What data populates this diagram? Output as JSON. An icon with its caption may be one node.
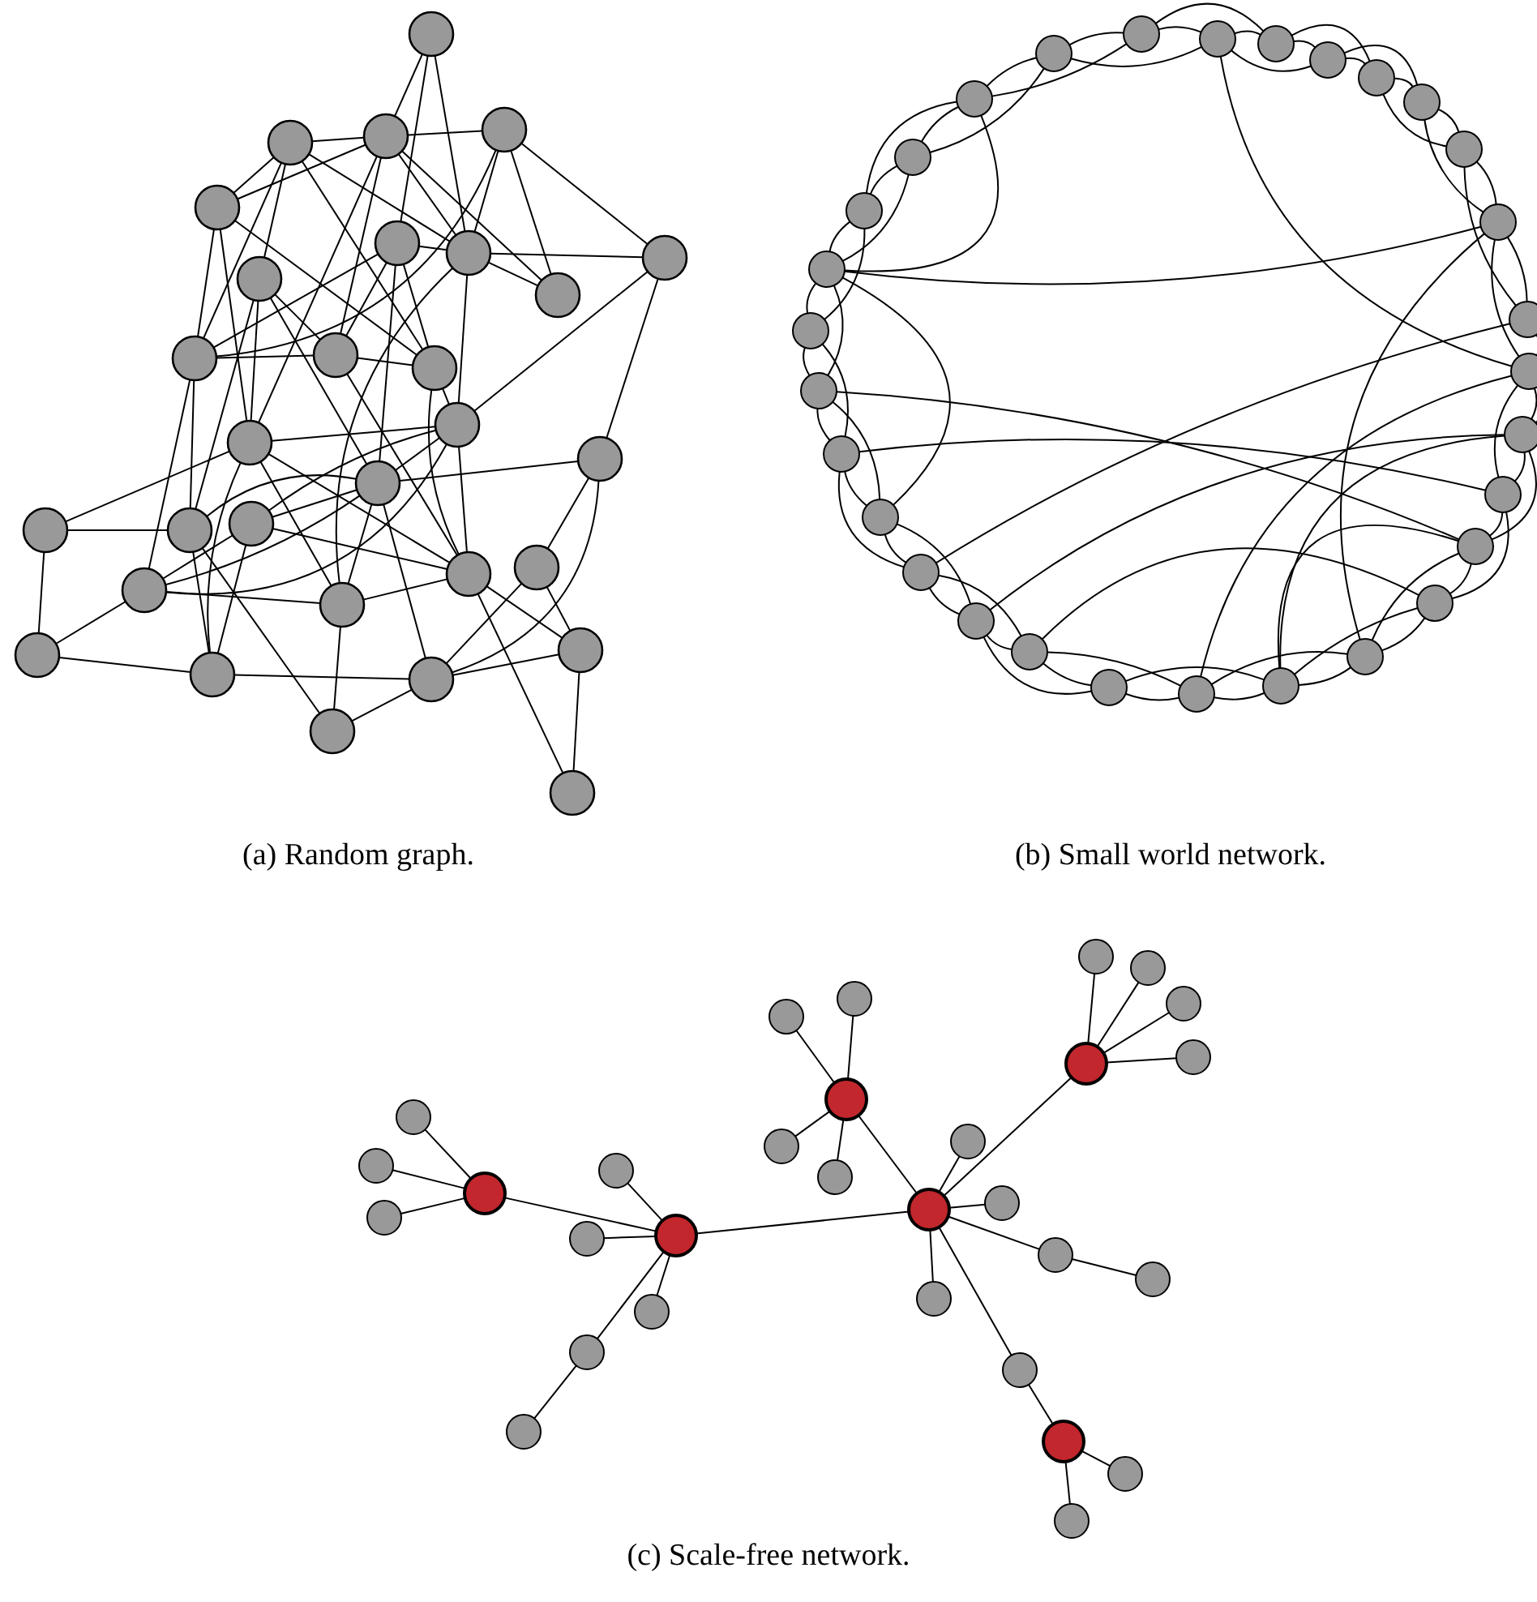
{
  "diagram": {
    "nodes": [
      {
        "text": [],
        "shape": "circle"
      },
      {
        "text": [],
        "shape": "circle"
      },
      {
        "text": [],
        "shape": "circle"
      },
      {
        "text": [],
        "shape": "circle"
      },
      {
        "text": [],
        "shape": "circle"
      },
      {
        "text": [],
        "shape": "circle"
      },
      {
        "text": [],
        "shape": "circle"
      },
      {
        "text": [],
        "shape": "circle"
      },
      {
        "text": [],
        "shape": "circle"
      },
      {
        "text": [],
        "shape": "circle"
      },
      {
        "text": [],
        "shape": "circle"
      },
      {
        "text": [],
        "shape": "circle"
      },
      {
        "text": [],
        "shape": "circle"
      },
      {
        "text": [],
        "shape": "circle"
      },
      {
        "text": [],
        "shape": "circle"
      },
      {
        "text": [],
        "shape": "circle"
      },
      {
        "text": [],
        "shape": "circle"
      },
      {
        "text": [],
        "shape": "circle"
      },
      {
        "text": [],
        "shape": "circle"
      },
      {
        "text": [],
        "shape": "circle"
      },
      {
        "text": [],
        "shape": "circle"
      },
      {
        "text": [],
        "shape": "circle"
      },
      {
        "text": [],
        "shape": "circle"
      },
      {
        "text": [],
        "shape": "circle"
      },
      {
        "text": [],
        "shape": "circle"
      },
      {
        "text": [],
        "shape": "circle"
      },
      {
        "text": [],
        "shape": "circle"
      },
      {
        "text": [],
        "shape": "circle"
      },
      {
        "text": [],
        "shape": "circle"
      },
      {
        "text": [],
        "shape": "circle"
      },
      {
        "text": [],
        "shape": "circle"
      },
      {
        "text": [],
        "shape": "circle"
      },
      {
        "text": [],
        "shape": "circle"
      },
      {
        "text": [],
        "shape": "circle"
      },
      {
        "text": [],
        "shape": "circle"
      },
      {
        "text": [],
        "shape": "circle"
      },
      {
        "text": [],
        "shape": "circle"
      },
      {
        "text": [],
        "shape": "circle"
      },
      {
        "text": [],
        "shape": "circle"
      },
      {
        "text": [],
        "shape": "circle"
      },
      {
        "text": [],
        "shape": "circle"
      },
      {
        "text": [],
        "shape": "circle"
      },
      {
        "text": [],
        "shape": "circle"
      },
      {
        "text": [],
        "shape": "circle"
      },
      {
        "text": [],
        "shape": "circle"
      },
      {
        "text": [],
        "shape": "circle"
      },
      {
        "text": [],
        "shape": "circle"
      },
      {
        "text": [],
        "shape": "circle"
      },
      {
        "text": [],
        "shape": "circle"
      },
      {
        "text": [],
        "shape": "circle"
      },
      {
        "text": [],
        "shape": "circle"
      },
      {
        "text": [],
        "shape": "circle"
      },
      {
        "text": [],
        "shape": "circle"
      },
      {
        "text": [],
        "shape": "circle"
      },
      {
        "text": [],
        "shape": "circle"
      },
      {
        "text": [],
        "shape": "circle"
      },
      {
        "text": [],
        "shape": "circle"
      },
      {
        "text": [],
        "shape": "circle"
      },
      {
        "text": [],
        "shape": "circle"
      },
      {
        "text": [],
        "shape": "circle"
      },
      {
        "text": [],
        "shape": "circle"
      },
      {
        "text": [],
        "shape": "circle"
      },
      {
        "text": [],
        "shape": "circle"
      },
      {
        "text": [],
        "shape": "circle"
      },
      {
        "text": [],
        "shape": "circle"
      },
      {
        "text": [],
        "shape": "circle"
      },
      {
        "text": [],
        "shape": "circle"
      },
      {
        "text": [],
        "shape": "circle"
      },
      {
        "text": [],
        "shape": "circle"
      },
      {
        "text": [],
        "shape": "circle"
      },
      {
        "text": [],
        "shape": "circle"
      },
      {
        "text": [],
        "shape": "circle"
      },
      {
        "text": [],
        "shape": "circle"
      },
      {
        "text": [],
        "shape": "circle"
      },
      {
        "text": [],
        "shape": "circle"
      },
      {
        "text": [],
        "shape": "circle"
      },
      {
        "text": [],
        "shape": "circle"
      },
      {
        "text": [],
        "shape": "circle"
      },
      {
        "text": [],
        "shape": "circle"
      },
      {
        "text": [],
        "shape": "circle"
      },
      {
        "text": [],
        "shape": "circle"
      },
      {
        "text": [],
        "shape": "circle"
      },
      {
        "text": [],
        "shape": "circle"
      },
      {
        "text": [],
        "shape": "circle"
      },
      {
        "text": [],
        "shape": "circle"
      },
      {
        "text": [],
        "shape": "circle"
      },
      {
        "text": [],
        "shape": "circle"
      },
      {
        "text": [],
        "shape": "circle"
      },
      {
        "text": [],
        "shape": "circle"
      },
      {
        "text": [],
        "shape": "circle"
      }
    ],
    "edges": [
      {
        "from": 0,
        "to": 2,
        "arrow": "none"
      },
      {
        "from": 0,
        "to": 5,
        "arrow": "none"
      },
      {
        "from": 0,
        "to": 6,
        "arrow": "none"
      },
      {
        "from": 1,
        "to": 2,
        "arrow": "none"
      },
      {
        "from": 2,
        "to": 3,
        "arrow": "none"
      },
      {
        "from": 1,
        "to": 4,
        "arrow": "none"
      },
      {
        "from": 1,
        "to": 6,
        "arrow": "none"
      },
      {
        "from": 1,
        "to": 12,
        "arrow": "none"
      },
      {
        "from": 1,
        "to": 10,
        "arrow": "none"
      },
      {
        "from": 1,
        "to": 8,
        "arrow": "none"
      },
      {
        "from": 2,
        "to": 4,
        "arrow": "none"
      },
      {
        "from": 2,
        "to": 6,
        "arrow": "none"
      },
      {
        "from": 2,
        "to": 9,
        "arrow": "none"
      },
      {
        "from": 2,
        "to": 11,
        "arrow": "none"
      },
      {
        "from": 2,
        "to": 14,
        "arrow": "none"
      },
      {
        "from": 3,
        "to": 10,
        "arrow": "none"
      },
      {
        "from": 3,
        "to": 6,
        "arrow": "none"
      },
      {
        "from": 3,
        "to": 9,
        "arrow": "none"
      },
      {
        "from": 3,
        "to": 7,
        "arrow": "none"
      },
      {
        "from": 4,
        "to": 10,
        "arrow": "none"
      },
      {
        "from": 4,
        "to": 14,
        "arrow": "none"
      },
      {
        "from": 4,
        "to": 12,
        "arrow": "none"
      },
      {
        "from": 5,
        "to": 6,
        "arrow": "none"
      },
      {
        "from": 5,
        "to": 10,
        "arrow": "none"
      },
      {
        "from": 5,
        "to": 11,
        "arrow": "none"
      },
      {
        "from": 5,
        "to": 16,
        "arrow": "none"
      },
      {
        "from": 5,
        "to": 12,
        "arrow": "none"
      },
      {
        "from": 6,
        "to": 7,
        "arrow": "none"
      },
      {
        "from": 6,
        "to": 9,
        "arrow": "none"
      },
      {
        "from": 6,
        "to": 13,
        "arrow": "none"
      },
      {
        "from": 6,
        "to": 23,
        "arrow": "none"
      },
      {
        "from": 7,
        "to": 13,
        "arrow": "none"
      },
      {
        "from": 7,
        "to": 15,
        "arrow": "none"
      },
      {
        "from": 8,
        "to": 11,
        "arrow": "none"
      },
      {
        "from": 8,
        "to": 18,
        "arrow": "none"
      },
      {
        "from": 8,
        "to": 14,
        "arrow": "none"
      },
      {
        "from": 8,
        "to": 16,
        "arrow": "none"
      },
      {
        "from": 10,
        "to": 11,
        "arrow": "none"
      },
      {
        "from": 10,
        "to": 18,
        "arrow": "none"
      },
      {
        "from": 10,
        "to": 22,
        "arrow": "none"
      },
      {
        "from": 11,
        "to": 12,
        "arrow": "none"
      },
      {
        "from": 11,
        "to": 20,
        "arrow": "none"
      },
      {
        "from": 12,
        "to": 13,
        "arrow": "none"
      },
      {
        "from": 12,
        "to": 20,
        "arrow": "none"
      },
      {
        "from": 13,
        "to": 14,
        "arrow": "none"
      },
      {
        "from": 13,
        "to": 16,
        "arrow": "none"
      },
      {
        "from": 13,
        "to": 20,
        "arrow": "none"
      },
      {
        "from": 13,
        "to": 22,
        "arrow": "none"
      },
      {
        "from": 14,
        "to": 17,
        "arrow": "none"
      },
      {
        "from": 14,
        "to": 26,
        "arrow": "none"
      },
      {
        "from": 14,
        "to": 23,
        "arrow": "none"
      },
      {
        "from": 14,
        "to": 20,
        "arrow": "none"
      },
      {
        "from": 15,
        "to": 16,
        "arrow": "none"
      },
      {
        "from": 15,
        "to": 21,
        "arrow": "none"
      },
      {
        "from": 15,
        "to": 27,
        "arrow": "none"
      },
      {
        "from": 16,
        "to": 18,
        "arrow": "none"
      },
      {
        "from": 16,
        "to": 19,
        "arrow": "none"
      },
      {
        "from": 16,
        "to": 22,
        "arrow": "none"
      },
      {
        "from": 16,
        "to": 27,
        "arrow": "none"
      },
      {
        "from": 16,
        "to": 23,
        "arrow": "none"
      },
      {
        "from": 17,
        "to": 18,
        "arrow": "none"
      },
      {
        "from": 17,
        "to": 25,
        "arrow": "none"
      },
      {
        "from": 18,
        "to": 26,
        "arrow": "none"
      },
      {
        "from": 18,
        "to": 28,
        "arrow": "none"
      },
      {
        "from": 19,
        "to": 13,
        "arrow": "none"
      },
      {
        "from": 19,
        "to": 20,
        "arrow": "none"
      },
      {
        "from": 19,
        "to": 26,
        "arrow": "none"
      },
      {
        "from": 19,
        "to": 22,
        "arrow": "none"
      },
      {
        "from": 20,
        "to": 23,
        "arrow": "none"
      },
      {
        "from": 20,
        "to": 24,
        "arrow": "none"
      },
      {
        "from": 20,
        "to": 29,
        "arrow": "none"
      },
      {
        "from": 21,
        "to": 24,
        "arrow": "none"
      },
      {
        "from": 21,
        "to": 27,
        "arrow": "none"
      },
      {
        "from": 22,
        "to": 25,
        "arrow": "none"
      },
      {
        "from": 22,
        "to": 23,
        "arrow": "none"
      },
      {
        "from": 23,
        "to": 28,
        "arrow": "none"
      },
      {
        "from": 24,
        "to": 27,
        "arrow": "none"
      },
      {
        "from": 24,
        "to": 29,
        "arrow": "none"
      },
      {
        "from": 25,
        "to": 26,
        "arrow": "none"
      },
      {
        "from": 26,
        "to": 27,
        "arrow": "none"
      },
      {
        "from": 27,
        "to": 28,
        "arrow": "none"
      },
      {
        "from": 30,
        "to": 31,
        "arrow": "none"
      },
      {
        "from": 31,
        "to": 32,
        "arrow": "none"
      },
      {
        "from": 32,
        "to": 33,
        "arrow": "none"
      },
      {
        "from": 33,
        "to": 34,
        "arrow": "none"
      },
      {
        "from": 34,
        "to": 35,
        "arrow": "none"
      },
      {
        "from": 35,
        "to": 36,
        "arrow": "none"
      },
      {
        "from": 36,
        "to": 37,
        "arrow": "none"
      },
      {
        "from": 37,
        "to": 38,
        "arrow": "none"
      },
      {
        "from": 38,
        "to": 39,
        "arrow": "none"
      },
      {
        "from": 39,
        "to": 40,
        "arrow": "none"
      },
      {
        "from": 40,
        "to": 41,
        "arrow": "none"
      },
      {
        "from": 41,
        "to": 42,
        "arrow": "none"
      },
      {
        "from": 42,
        "to": 43,
        "arrow": "none"
      },
      {
        "from": 43,
        "to": 44,
        "arrow": "none"
      },
      {
        "from": 44,
        "to": 45,
        "arrow": "none"
      },
      {
        "from": 45,
        "to": 46,
        "arrow": "none"
      },
      {
        "from": 46,
        "to": 47,
        "arrow": "none"
      },
      {
        "from": 47,
        "to": 48,
        "arrow": "none"
      },
      {
        "from": 48,
        "to": 49,
        "arrow": "none"
      },
      {
        "from": 49,
        "to": 50,
        "arrow": "none"
      },
      {
        "from": 50,
        "to": 51,
        "arrow": "none"
      },
      {
        "from": 51,
        "to": 52,
        "arrow": "none"
      },
      {
        "from": 52,
        "to": 53,
        "arrow": "none"
      },
      {
        "from": 53,
        "to": 54,
        "arrow": "none"
      },
      {
        "from": 54,
        "to": 55,
        "arrow": "none"
      },
      {
        "from": 55,
        "to": 56,
        "arrow": "none"
      },
      {
        "from": 56,
        "to": 57,
        "arrow": "none"
      },
      {
        "from": 57,
        "to": 58,
        "arrow": "none"
      },
      {
        "from": 58,
        "to": 59,
        "arrow": "none"
      },
      {
        "from": 59,
        "to": 30,
        "arrow": "none"
      },
      {
        "from": 30,
        "to": 32,
        "arrow": "none"
      },
      {
        "from": 31,
        "to": 33,
        "arrow": "none"
      },
      {
        "from": 32,
        "to": 34,
        "arrow": "none"
      },
      {
        "from": 33,
        "to": 35,
        "arrow": "none"
      },
      {
        "from": 34,
        "to": 36,
        "arrow": "none"
      },
      {
        "from": 35,
        "to": 37,
        "arrow": "none"
      },
      {
        "from": 36,
        "to": 38,
        "arrow": "none"
      },
      {
        "from": 37,
        "to": 39,
        "arrow": "none"
      },
      {
        "from": 38,
        "to": 40,
        "arrow": "none"
      },
      {
        "from": 39,
        "to": 41,
        "arrow": "none"
      },
      {
        "from": 40,
        "to": 42,
        "arrow": "none"
      },
      {
        "from": 41,
        "to": 43,
        "arrow": "none"
      },
      {
        "from": 42,
        "to": 44,
        "arrow": "none"
      },
      {
        "from": 43,
        "to": 45,
        "arrow": "none"
      },
      {
        "from": 44,
        "to": 46,
        "arrow": "none"
      },
      {
        "from": 45,
        "to": 47,
        "arrow": "none"
      },
      {
        "from": 46,
        "to": 48,
        "arrow": "none"
      },
      {
        "from": 47,
        "to": 49,
        "arrow": "none"
      },
      {
        "from": 48,
        "to": 50,
        "arrow": "none"
      },
      {
        "from": 49,
        "to": 51,
        "arrow": "none"
      },
      {
        "from": 50,
        "to": 52,
        "arrow": "none"
      },
      {
        "from": 51,
        "to": 53,
        "arrow": "none"
      },
      {
        "from": 52,
        "to": 54,
        "arrow": "none"
      },
      {
        "from": 53,
        "to": 55,
        "arrow": "none"
      },
      {
        "from": 54,
        "to": 56,
        "arrow": "none"
      },
      {
        "from": 55,
        "to": 57,
        "arrow": "none"
      },
      {
        "from": 56,
        "to": 58,
        "arrow": "none"
      },
      {
        "from": 57,
        "to": 59,
        "arrow": "none"
      },
      {
        "from": 58,
        "to": 30,
        "arrow": "none"
      },
      {
        "from": 59,
        "to": 31,
        "arrow": "none"
      },
      {
        "from": 31,
        "to": 39,
        "arrow": "none"
      },
      {
        "from": 55,
        "to": 37,
        "arrow": "none"
      },
      {
        "from": 55,
        "to": 51,
        "arrow": "none"
      },
      {
        "from": 38,
        "to": 50,
        "arrow": "none"
      },
      {
        "from": 52,
        "to": 41,
        "arrow": "none"
      },
      {
        "from": 53,
        "to": 42,
        "arrow": "none"
      },
      {
        "from": 49,
        "to": 40,
        "arrow": "none"
      },
      {
        "from": 46,
        "to": 39,
        "arrow": "none"
      },
      {
        "from": 45,
        "to": 40,
        "arrow": "none"
      },
      {
        "from": 45,
        "to": 42,
        "arrow": "none"
      },
      {
        "from": 44,
        "to": 37,
        "arrow": "none"
      },
      {
        "from": 48,
        "to": 43,
        "arrow": "none"
      },
      {
        "from": 58,
        "to": 55,
        "arrow": "none"
      },
      {
        "from": 60,
        "to": 61,
        "arrow": "none"
      },
      {
        "from": 61,
        "to": 63,
        "arrow": "none"
      },
      {
        "from": 62,
        "to": 63,
        "arrow": "none"
      },
      {
        "from": 63,
        "to": 64,
        "arrow": "none"
      },
      {
        "from": 60,
        "to": 66,
        "arrow": "none"
      },
      {
        "from": 60,
        "to": 67,
        "arrow": "none"
      },
      {
        "from": 60,
        "to": 68,
        "arrow": "none"
      },
      {
        "from": 61,
        "to": 69,
        "arrow": "none"
      },
      {
        "from": 61,
        "to": 70,
        "arrow": "none"
      },
      {
        "from": 61,
        "to": 71,
        "arrow": "none"
      },
      {
        "from": 61,
        "to": 72,
        "arrow": "none"
      },
      {
        "from": 72,
        "to": 73,
        "arrow": "none"
      },
      {
        "from": 62,
        "to": 74,
        "arrow": "none"
      },
      {
        "from": 62,
        "to": 75,
        "arrow": "none"
      },
      {
        "from": 62,
        "to": 76,
        "arrow": "none"
      },
      {
        "from": 62,
        "to": 77,
        "arrow": "none"
      },
      {
        "from": 63,
        "to": 78,
        "arrow": "none"
      },
      {
        "from": 63,
        "to": 79,
        "arrow": "none"
      },
      {
        "from": 63,
        "to": 80,
        "arrow": "none"
      },
      {
        "from": 63,
        "to": 81,
        "arrow": "none"
      },
      {
        "from": 63,
        "to": 82,
        "arrow": "none"
      },
      {
        "from": 81,
        "to": 83,
        "arrow": "none"
      },
      {
        "from": 82,
        "to": 65,
        "arrow": "none"
      },
      {
        "from": 64,
        "to": 84,
        "arrow": "none"
      },
      {
        "from": 64,
        "to": 85,
        "arrow": "none"
      },
      {
        "from": 64,
        "to": 86,
        "arrow": "none"
      },
      {
        "from": 64,
        "to": 87,
        "arrow": "none"
      },
      {
        "from": 65,
        "to": 88,
        "arrow": "none"
      },
      {
        "from": 65,
        "to": 89,
        "arrow": "none"
      }
    ],
    "labels": [
      "(a) Random graph.",
      "(b) Small world network.",
      "(c) Scale-free network."
    ]
  }
}
